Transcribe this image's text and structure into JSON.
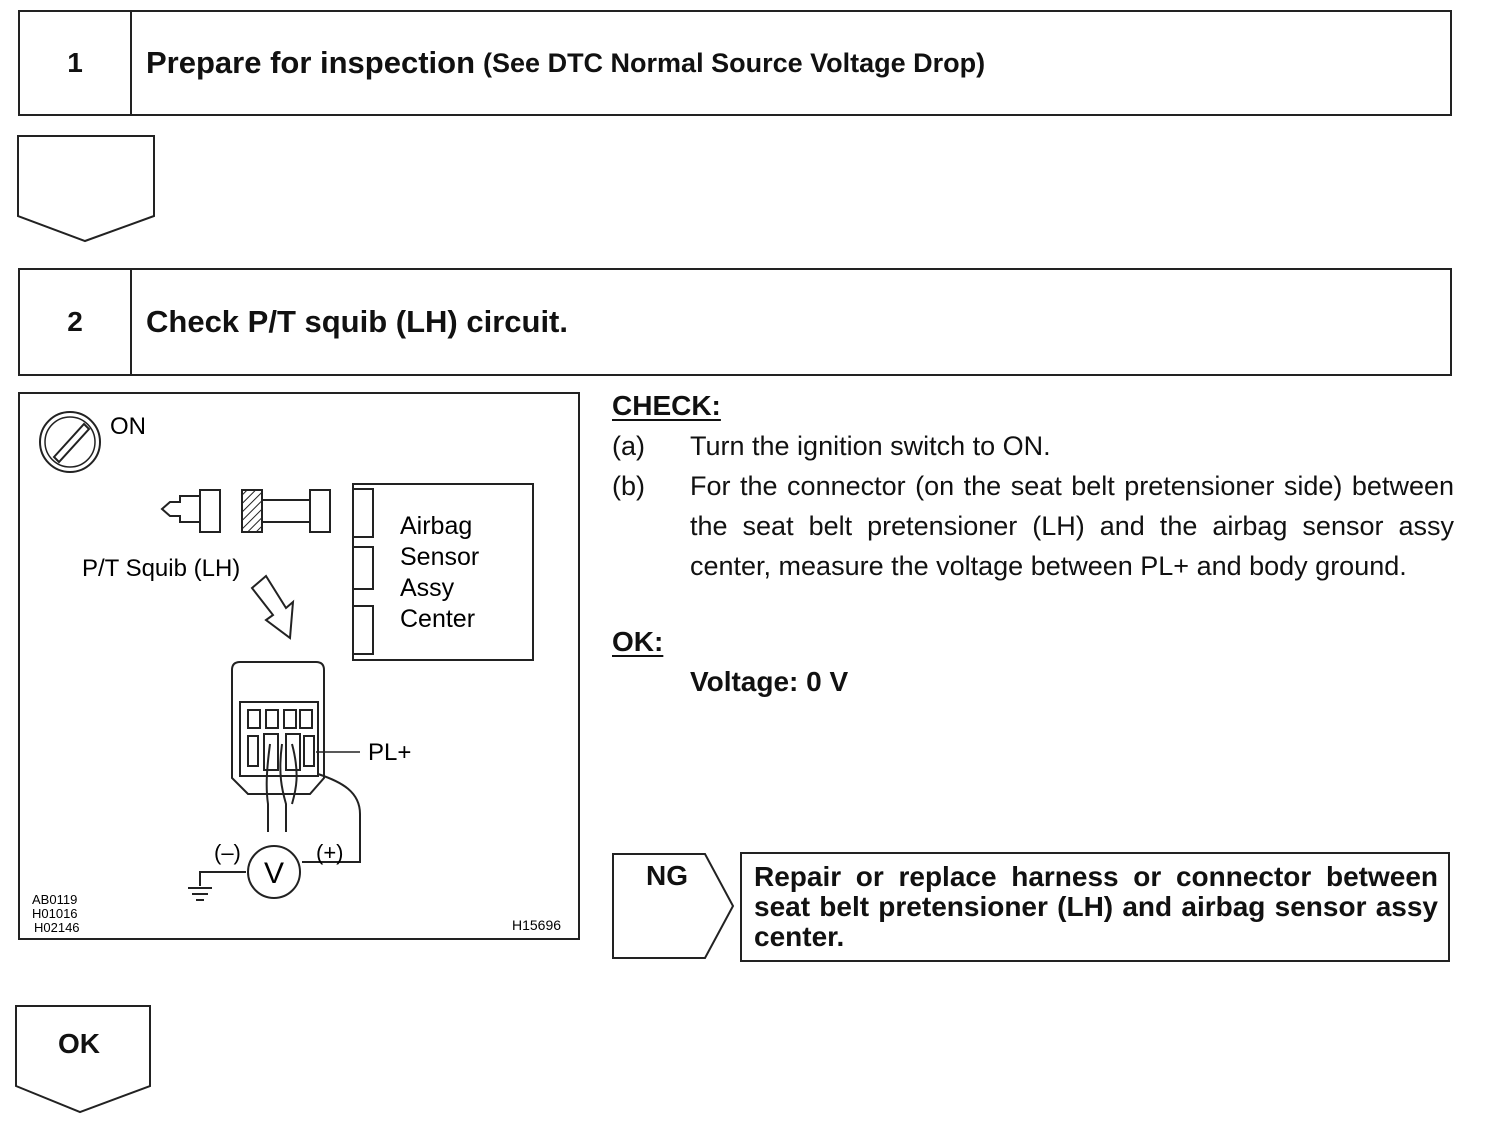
{
  "step1": {
    "number": "1",
    "title": "Prepare for inspection",
    "reference": "(See DTC Normal Source Voltage Drop)"
  },
  "step2": {
    "number": "2",
    "title": "Check P/T squib (LH) circuit."
  },
  "illustration": {
    "switch_label": "ON",
    "component_label": "P/T Squib (LH)",
    "ecu_label_lines": [
      "Airbag",
      "Sensor",
      "Assy",
      "Center"
    ],
    "terminal_label": "PL+",
    "meter_symbol": "V",
    "minus_label": "(–)",
    "plus_label": "(+)",
    "figure_codes": [
      "AB0119",
      "H01016",
      "H02146"
    ],
    "figure_id": "H15696"
  },
  "check": {
    "heading": "CHECK:",
    "items": [
      {
        "label": "(a)",
        "text": "Turn the ignition switch to ON."
      },
      {
        "label": "(b)",
        "text": "For the connector (on the seat belt pretensioner side) between the seat belt pretensioner (LH) and the airbag sensor assy center, measure the voltage between PL+ and body ground."
      }
    ],
    "ok_heading": "OK:",
    "ok_value": "Voltage: 0 V"
  },
  "ng": {
    "label": "NG",
    "action": "Repair or replace harness or connector between seat belt pretensioner (LH) and airbag sensor assy center."
  },
  "ok_arrow": {
    "label": "OK"
  }
}
